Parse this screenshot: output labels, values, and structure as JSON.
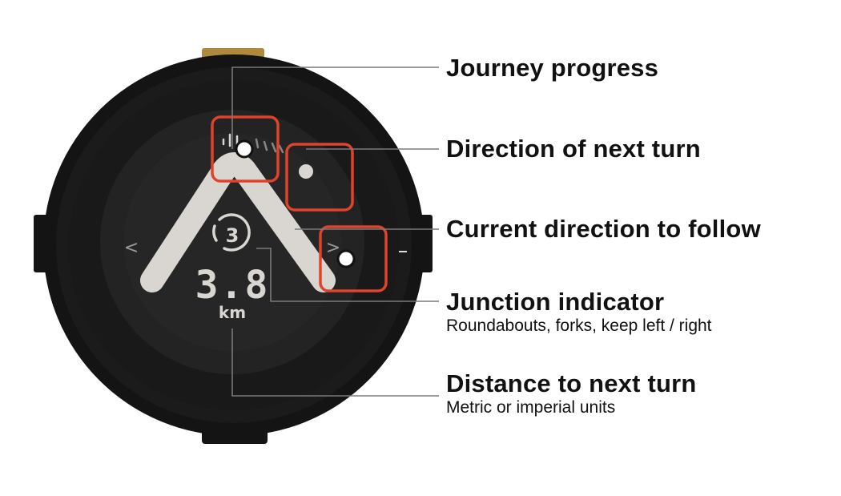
{
  "device": {
    "roundabout_exit": "3",
    "distance_value": "3.8",
    "distance_unit": "km",
    "left_chevron": "<",
    "right_chevron": ">"
  },
  "callouts": [
    {
      "title": "Journey progress",
      "subtitle": ""
    },
    {
      "title": "Direction of next turn",
      "subtitle": ""
    },
    {
      "title": "Current direction to follow",
      "subtitle": ""
    },
    {
      "title": "Junction indicator",
      "subtitle": "Roundabouts, forks, keep left / right"
    },
    {
      "title": "Distance to next turn",
      "subtitle": "Metric or imperial units"
    }
  ],
  "colors": {
    "highlight_box": "#e0432b",
    "screen_graphic": "#d9d6d1",
    "device_body": "#141414",
    "screen": "#232323",
    "brass_clip": "#b08a3c",
    "leader_line": "#7a7a7a"
  }
}
